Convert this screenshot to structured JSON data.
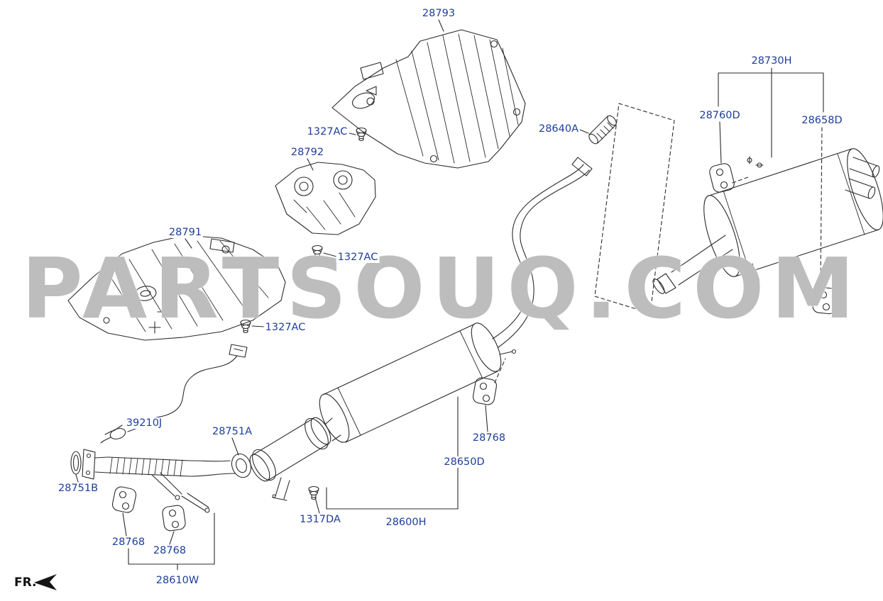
{
  "page": {
    "watermark": "PARTSOUQ.COM",
    "fr_label": "FR."
  },
  "colors": {
    "label_blue": "#1d3e9c",
    "line_dark": "#2b2b2b",
    "watermark_gray": "#bdbdbd",
    "background": "#ffffff"
  },
  "labels": [
    "28793",
    "28730H",
    "28760D",
    "28658D",
    "28640A",
    "1327AC",
    "28792",
    "28791",
    "1327AC",
    "1327AC",
    "39210J",
    "28751A",
    "28768",
    "28650D",
    "28751B",
    "1317DA",
    "28600H",
    "28768",
    "28768",
    "28610W"
  ]
}
